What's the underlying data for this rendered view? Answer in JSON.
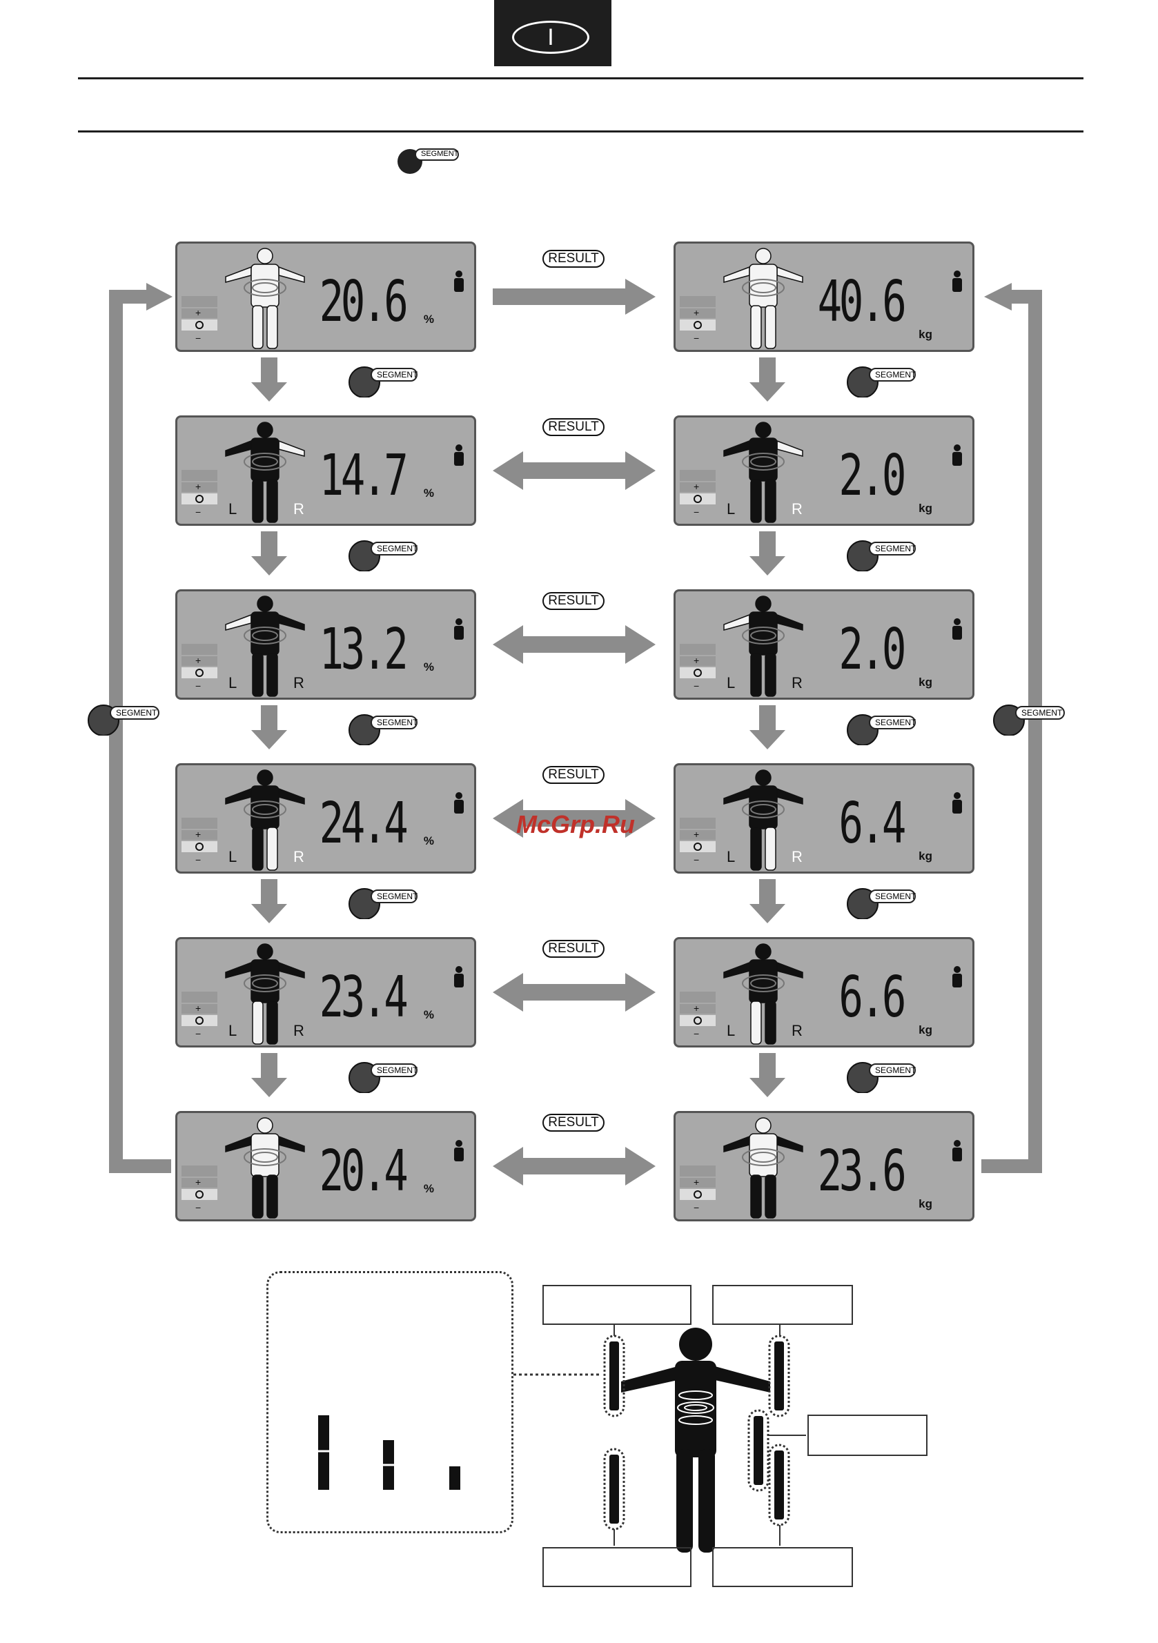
{
  "header": {
    "language_marker": "I"
  },
  "buttons": {
    "segment": "SEGMENT",
    "result": "RESULT"
  },
  "left_column": [
    {
      "value": "20.6",
      "unit": "%",
      "highlight": "whole",
      "arms": "outline"
    },
    {
      "value": "14.7",
      "unit": "%",
      "highlight": "right-arm",
      "arms": "dark",
      "side_left": "L",
      "side_right": "R"
    },
    {
      "value": "13.2",
      "unit": "%",
      "highlight": "left-arm",
      "arms": "dark",
      "side_left": "L",
      "side_right": "R"
    },
    {
      "value": "24.4",
      "unit": "%",
      "highlight": "right-leg",
      "arms": "dark",
      "side_left": "L",
      "side_right": "R"
    },
    {
      "value": "23.4",
      "unit": "%",
      "highlight": "left-leg",
      "arms": "dark",
      "side_left": "L",
      "side_right": "R"
    },
    {
      "value": "20.4",
      "unit": "%",
      "highlight": "trunk",
      "arms": "dark"
    }
  ],
  "right_column": [
    {
      "value": "40.6",
      "unit": "kg",
      "highlight": "whole",
      "arms": "outline"
    },
    {
      "value": "2.0",
      "unit": "kg",
      "highlight": "right-arm",
      "arms": "dark",
      "side_left": "L",
      "side_right": "R"
    },
    {
      "value": "2.0",
      "unit": "kg",
      "highlight": "left-arm",
      "arms": "dark",
      "side_left": "L",
      "side_right": "R"
    },
    {
      "value": "6.4",
      "unit": "kg",
      "highlight": "right-leg",
      "arms": "dark",
      "side_left": "L",
      "side_right": "R"
    },
    {
      "value": "6.6",
      "unit": "kg",
      "highlight": "left-leg",
      "arms": "dark",
      "side_left": "L",
      "side_right": "R"
    },
    {
      "value": "23.6",
      "unit": "kg",
      "highlight": "trunk",
      "arms": "dark"
    }
  ],
  "watermark": "McGrp.Ru",
  "colors": {
    "lcd": "#a9a9a9",
    "arrow": "#8c8c8c",
    "ink": "#111111"
  }
}
